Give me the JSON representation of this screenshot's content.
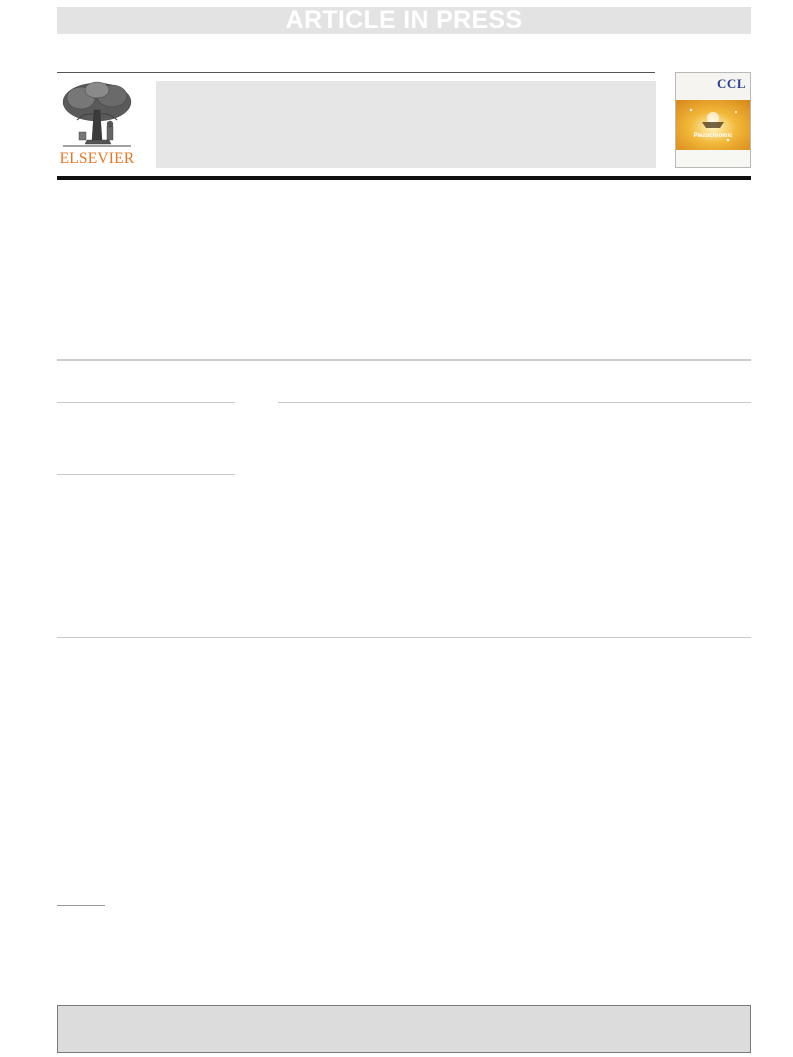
{
  "banner": {
    "text": "ARTICLE IN PRESS"
  },
  "publisher": {
    "name": "ELSEVIER",
    "brand_color": "#e87722"
  },
  "cover": {
    "acronym": "CCL",
    "art_text": "Piezochromic",
    "accent_color": "#e9a12a"
  },
  "colors": {
    "banner_bg": "#e3e3e3",
    "rule": "#c9c9c9",
    "footer_bg": "#dcdcdc"
  }
}
